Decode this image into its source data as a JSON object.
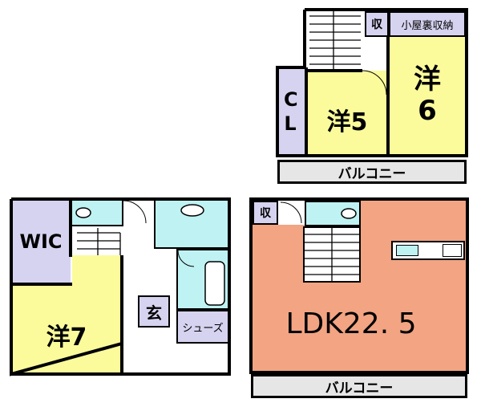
{
  "floor3": {
    "storage_label": "収",
    "attic_storage_label": "小屋裏収納",
    "closet_label": "CL",
    "room5_label": "洋5",
    "room6_label_line1": "洋",
    "room6_label_line2": "6",
    "balcony_label": "バルコニー"
  },
  "floor1": {
    "wic_label": "WIC",
    "room7_label": "洋7",
    "entrance_label": "玄",
    "shoe_closet_label": "シューズ"
  },
  "floor2": {
    "storage_label": "収",
    "ldk_label": "LDK22. 5",
    "balcony_label": "バルコニー"
  },
  "colors": {
    "western_room": "#fbfb9c",
    "closet": "#d6d3f0",
    "ldk": "#f2a483",
    "wet_area": "#bff2f2",
    "balcony": "#e6e6e6"
  }
}
